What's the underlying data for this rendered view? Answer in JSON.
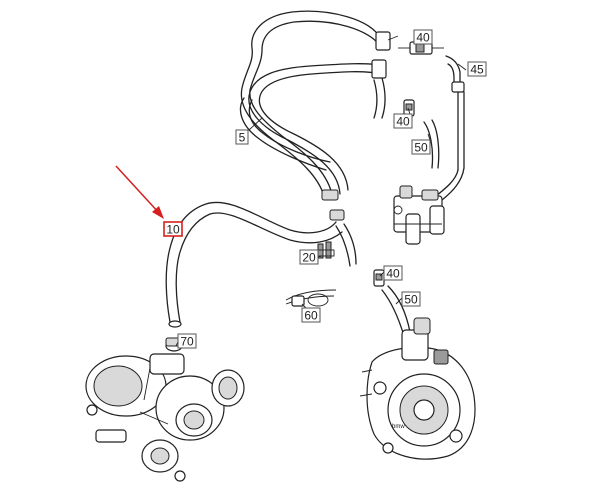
{
  "diagram": {
    "highlight_color": "#d62020",
    "line_color": "#222222",
    "callouts": [
      {
        "id": "c5",
        "label": "5",
        "highlighted": false
      },
      {
        "id": "c10",
        "label": "10",
        "highlighted": true
      },
      {
        "id": "c20",
        "label": "20",
        "highlighted": false
      },
      {
        "id": "c40a",
        "label": "40",
        "highlighted": false
      },
      {
        "id": "c40b",
        "label": "40",
        "highlighted": false
      },
      {
        "id": "c40c",
        "label": "40",
        "highlighted": false
      },
      {
        "id": "c45",
        "label": "45",
        "highlighted": false
      },
      {
        "id": "c50a",
        "label": "50",
        "highlighted": false
      },
      {
        "id": "c50b",
        "label": "50",
        "highlighted": false
      },
      {
        "id": "c60",
        "label": "60",
        "highlighted": false
      },
      {
        "id": "c70",
        "label": "70",
        "highlighted": false
      }
    ]
  }
}
